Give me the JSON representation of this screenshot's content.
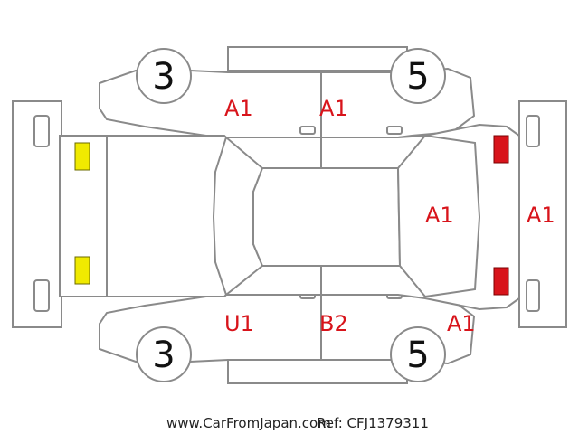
{
  "tires": {
    "front_left": "3",
    "rear_left": "5",
    "front_right": "3",
    "rear_right": "5"
  },
  "damage": {
    "left_front_door": "A1",
    "left_rear_door": "A1",
    "right_front_door": "U1",
    "right_rear_door": "B2",
    "right_rear_fender": "A1",
    "rear_glass": "A1",
    "rear_bumper": "A1"
  },
  "lights": {
    "front_color": "#f0ea00",
    "rear_color": "#d8141b"
  },
  "footer": {
    "site": "www.CarFromJapan.com",
    "ref": "Ref: CFJ1379311"
  }
}
